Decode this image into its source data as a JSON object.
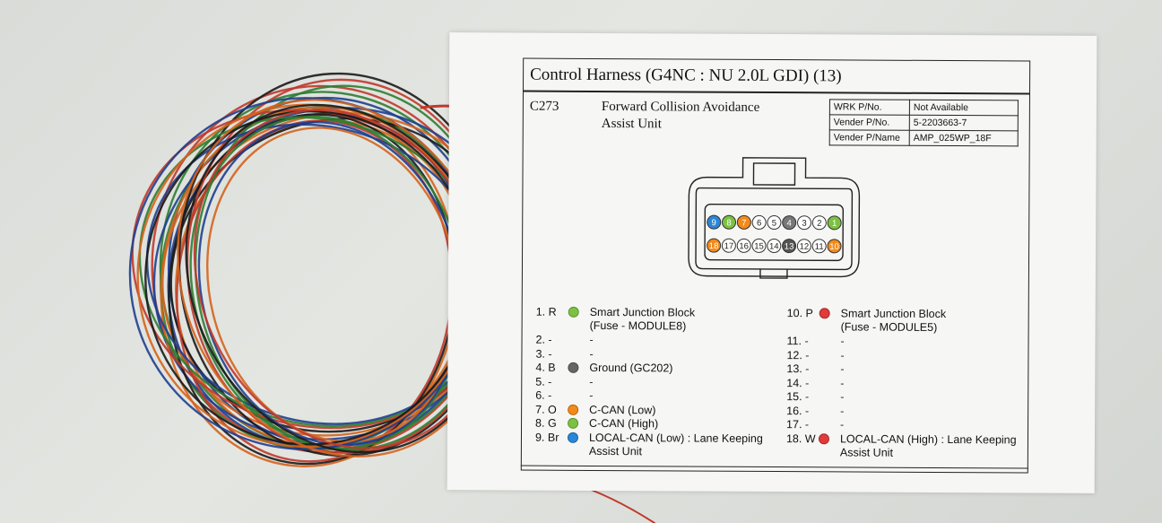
{
  "sheet": {
    "title": "Control Harness (G4NC : NU 2.0L GDI) (13)",
    "connector_code": "C273",
    "unit_line1": "Forward Collision Avoidance",
    "unit_line2": "Assist Unit",
    "part_table": [
      {
        "key": "WRK P/No.",
        "value": "Not Available"
      },
      {
        "key": "Vender P/No.",
        "value": "5-2203663-7"
      },
      {
        "key": "Vender P/Name",
        "value": "AMP_025WP_18F"
      }
    ],
    "connector_top_row": [
      "9",
      "8",
      "7",
      "6",
      "5",
      "4",
      "3",
      "2",
      "1"
    ],
    "connector_bottom_row": [
      "18",
      "17",
      "16",
      "15",
      "14",
      "13",
      "12",
      "11",
      "10"
    ],
    "pins_left": [
      {
        "num": "1. R",
        "color": "#7cc242",
        "desc": "Smart Junction Block",
        "desc2": "(Fuse - MODULE8)"
      },
      {
        "num": "2. -",
        "color": "",
        "desc": "-",
        "desc2": ""
      },
      {
        "num": "3. -",
        "color": "",
        "desc": "-",
        "desc2": ""
      },
      {
        "num": "4. B",
        "color": "#666666",
        "desc": "Ground (GC202)",
        "desc2": ""
      },
      {
        "num": "5. -",
        "color": "",
        "desc": "-",
        "desc2": ""
      },
      {
        "num": "6. -",
        "color": "",
        "desc": "-",
        "desc2": ""
      },
      {
        "num": "7. O",
        "color": "#f28a1a",
        "desc": "C-CAN (Low)",
        "desc2": ""
      },
      {
        "num": "8. G",
        "color": "#7cc242",
        "desc": "C-CAN (High)",
        "desc2": ""
      },
      {
        "num": "9. Br",
        "color": "#2a86d6",
        "desc": "LOCAL-CAN (Low) : Lane Keeping",
        "desc2": "Assist Unit"
      }
    ],
    "pins_right": [
      {
        "num": "10. P",
        "color": "#e03a3a",
        "desc": "Smart Junction Block",
        "desc2": "(Fuse - MODULE5)"
      },
      {
        "num": "11. -",
        "color": "",
        "desc": "-",
        "desc2": ""
      },
      {
        "num": "12. -",
        "color": "",
        "desc": "-",
        "desc2": ""
      },
      {
        "num": "13. -",
        "color": "",
        "desc": "-",
        "desc2": ""
      },
      {
        "num": "14. -",
        "color": "",
        "desc": "-",
        "desc2": ""
      },
      {
        "num": "15. -",
        "color": "",
        "desc": "-",
        "desc2": ""
      },
      {
        "num": "16. -",
        "color": "",
        "desc": "-",
        "desc2": ""
      },
      {
        "num": "17. -",
        "color": "",
        "desc": "-",
        "desc2": ""
      },
      {
        "num": "18. W",
        "color": "#e03a3a",
        "desc": "LOCAL-CAN (High) : Lane Keeping",
        "desc2": "Assist Unit"
      }
    ],
    "top_pin_colors": [
      "#2a86d6",
      "#7cc242",
      "#f28a1a",
      "#ffffff",
      "#ffffff",
      "#777777",
      "#ffffff",
      "#ffffff",
      "#7cc242"
    ],
    "bottom_pin_colors": [
      "#f28a1a",
      "#ffffff",
      "#ffffff",
      "#ffffff",
      "#ffffff",
      "#555555",
      "#ffffff",
      "#ffffff",
      "#f28a1a"
    ]
  },
  "wire_colors": [
    "#c0392b",
    "#2e7d32",
    "#1f3f8f",
    "#d4641c",
    "#1a1a1a"
  ]
}
